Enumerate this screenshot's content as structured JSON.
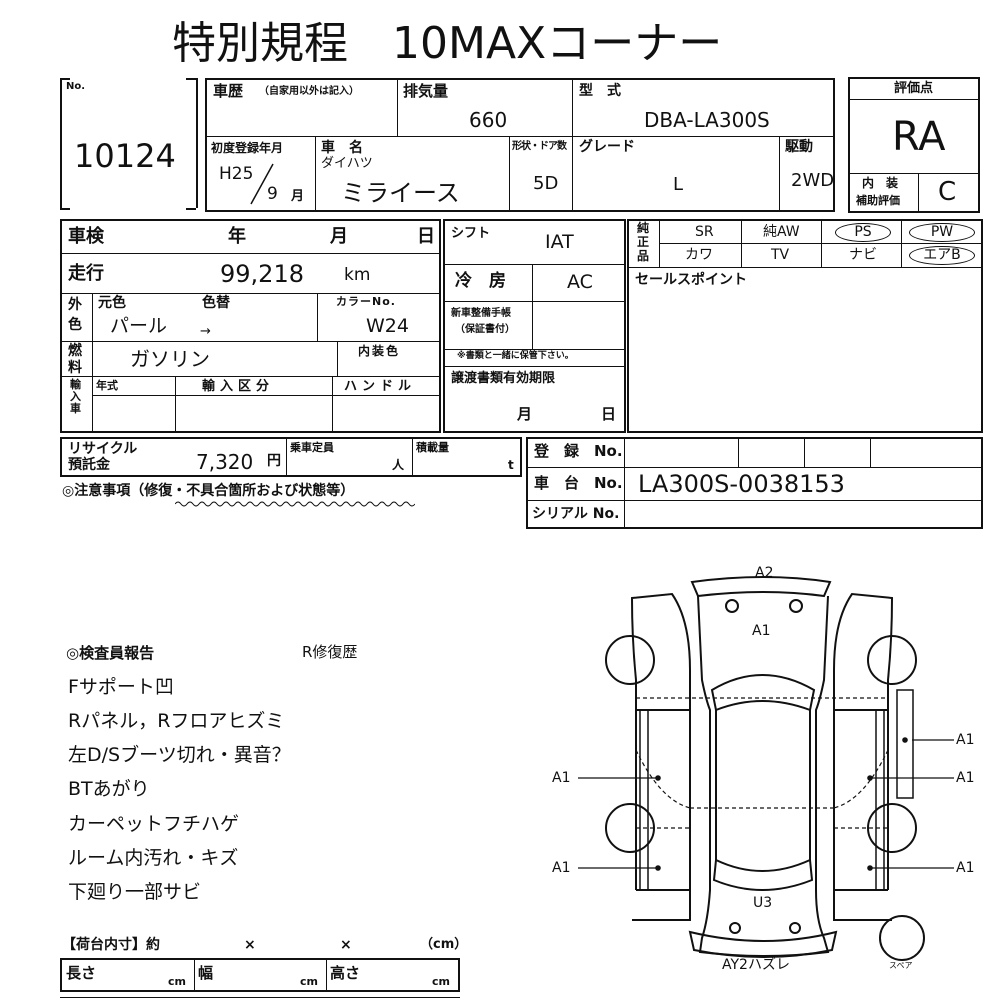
{
  "header": {
    "title": "特別規程　10MAXコーナー"
  },
  "lot": {
    "no_label": "No.",
    "number": "10124"
  },
  "history": {
    "label": "車歴",
    "note": "（自家用以外は記入）",
    "value": ""
  },
  "displacement": {
    "label": "排気量",
    "value": "660"
  },
  "model": {
    "label": "型　式",
    "value": "DBA-LA300S"
  },
  "rating": {
    "label": "評価点",
    "value": "RA",
    "interior_label_1": "内　装",
    "interior_label_2": "補助評価",
    "interior_value": "C"
  },
  "first_reg": {
    "label": "初度登録年月",
    "era_year": "H25",
    "month": "9",
    "month_unit": "月"
  },
  "car_name": {
    "label": "車　名",
    "maker": "ダイハツ",
    "value": "ミライース"
  },
  "doors": {
    "label": "形状・ドア数",
    "value": "5D"
  },
  "grade": {
    "label": "グレード",
    "value": "L"
  },
  "drive": {
    "label": "駆動",
    "value": "2WD"
  },
  "inspection": {
    "label": "車検",
    "year": "年",
    "month": "月",
    "day": "日"
  },
  "mileage": {
    "label": "走行",
    "value": "99,218",
    "unit": "km"
  },
  "color": {
    "side_label_1": "外",
    "side_label_2": "色",
    "orig_label": "元色",
    "change_label": "色替",
    "value": "パール",
    "arrow": "→",
    "code_label": "カラーNo.",
    "code_value": "W24",
    "interior_label": "内装色"
  },
  "fuel": {
    "side_label_1": "燃",
    "side_label_2": "料",
    "value": "ガソリン"
  },
  "import": {
    "side_label": "輸入車",
    "year_label": "年式",
    "class_label": "輸入区分",
    "handle_label": "ハンドル"
  },
  "shift": {
    "label": "シフト",
    "value": "IAT"
  },
  "aircon": {
    "label": "冷　房",
    "value": "AC"
  },
  "handbook": {
    "line1": "新車整備手帳",
    "line2": "（保証書付）",
    "note": "※書類と一緒に保管下さい。"
  },
  "documents": {
    "label": "譲渡書類有効期限",
    "month": "月",
    "day": "日"
  },
  "equipment": {
    "side_label_1": "純",
    "side_label_2": "正",
    "side_label_3": "品",
    "row1": [
      "SR",
      "純AW",
      "PS",
      "PW"
    ],
    "row2": [
      "カワ",
      "TV",
      "ナビ",
      "エアB"
    ]
  },
  "sales_point": {
    "label": "セールスポイント"
  },
  "recycle": {
    "label_1": "リサイクル",
    "label_2": "預託金",
    "value": "7,320",
    "unit": "円"
  },
  "capacity": {
    "label": "乗車定員",
    "unit": "人"
  },
  "load": {
    "label": "積載量",
    "unit": "t"
  },
  "registration": {
    "label": "登　録　No.",
    "chassis_label": "車　台　No.",
    "chassis_value": "LA300S-0038153",
    "serial_label": "シリアル No."
  },
  "notes": {
    "label": "◎注意事項（修復・不具合箇所および状態等）"
  },
  "inspector": {
    "label": "◎検査員報告",
    "repair": "R修復歴",
    "lines": [
      "Fサポート凹",
      "Rパネル，Rフロアヒズミ",
      "左D/Sブーツ切れ・異音？",
      "BTあがり",
      "カーペットフチハゲ",
      "ルーム内汚れ・キズ",
      "下廻り一部サビ"
    ]
  },
  "diagram": {
    "top": "A2",
    "hood": "A1",
    "left_front": "A1",
    "left_rear": "A1",
    "right_upper": "A1",
    "right_front": "A1",
    "right_rear": "A1",
    "roof_rear": "U3",
    "rear": "AY2ハズレ",
    "spare": "スペア"
  },
  "cargo": {
    "label": "【荷台内寸】約",
    "x1": "×",
    "x2": "×",
    "cm": "（cm）",
    "length": "長さ",
    "width": "幅",
    "height": "高さ",
    "unit": "cm"
  }
}
